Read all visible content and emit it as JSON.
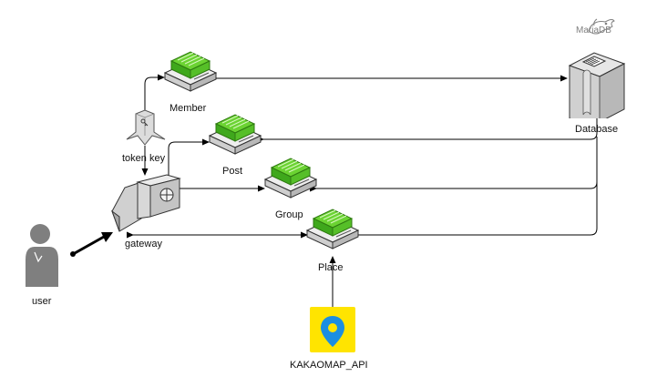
{
  "nodes": {
    "member": {
      "label": "Member",
      "icon": "server-icon"
    },
    "post": {
      "label": "Post",
      "icon": "server-icon"
    },
    "group": {
      "label": "Group",
      "icon": "server-icon"
    },
    "place": {
      "label": "Place",
      "icon": "server-icon"
    },
    "database": {
      "label": "Database",
      "icon": "database-icon",
      "brand": "MariaDB"
    },
    "token_key": {
      "label": "token key",
      "icon": "key-icon"
    },
    "gateway": {
      "label": "gateway",
      "icon": "gateway-icon"
    },
    "user": {
      "label": "user",
      "icon": "user-icon"
    },
    "kakaomap_api": {
      "label": "KAKAOMAP_API",
      "icon": "map-pin-icon"
    }
  },
  "colors": {
    "server_green": "#6bd332",
    "server_green_dark": "#3fa81c",
    "box_grey": "#d9d9d9",
    "kakao_yellow": "#ffe400",
    "pin_blue": "#1c8ee0",
    "user_grey": "#7f7f7f",
    "line": "#000000"
  }
}
